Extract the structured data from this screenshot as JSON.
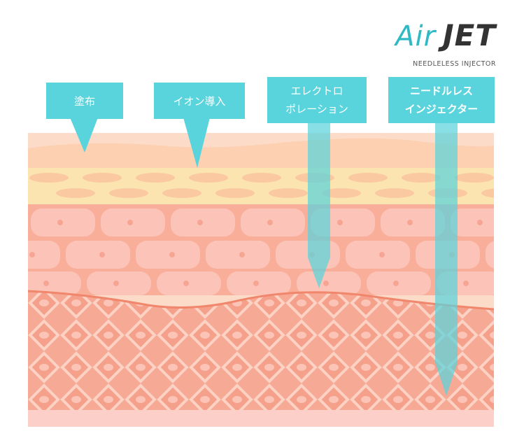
{
  "brand": {
    "name_part1": "Air",
    "name_part2": "JET",
    "tagline": "NEEDLELESS INJECTOR"
  },
  "labels": {
    "toufu": "塗布",
    "ion": "イオン導入",
    "electro_line1": "エレクトロ",
    "electro_line2": "ポレーション",
    "needle_line1": "ニードルレス",
    "needle_line2": "インジェクター"
  },
  "colors": {
    "accent_teal": "#5ad4dc",
    "surface": "#fcd0b0",
    "granular": "#fce4b0",
    "epidermis": "#f9ae9a",
    "cell": "#fcc4b8",
    "dermis": "#f7b3a0",
    "line": "#f09a80"
  }
}
